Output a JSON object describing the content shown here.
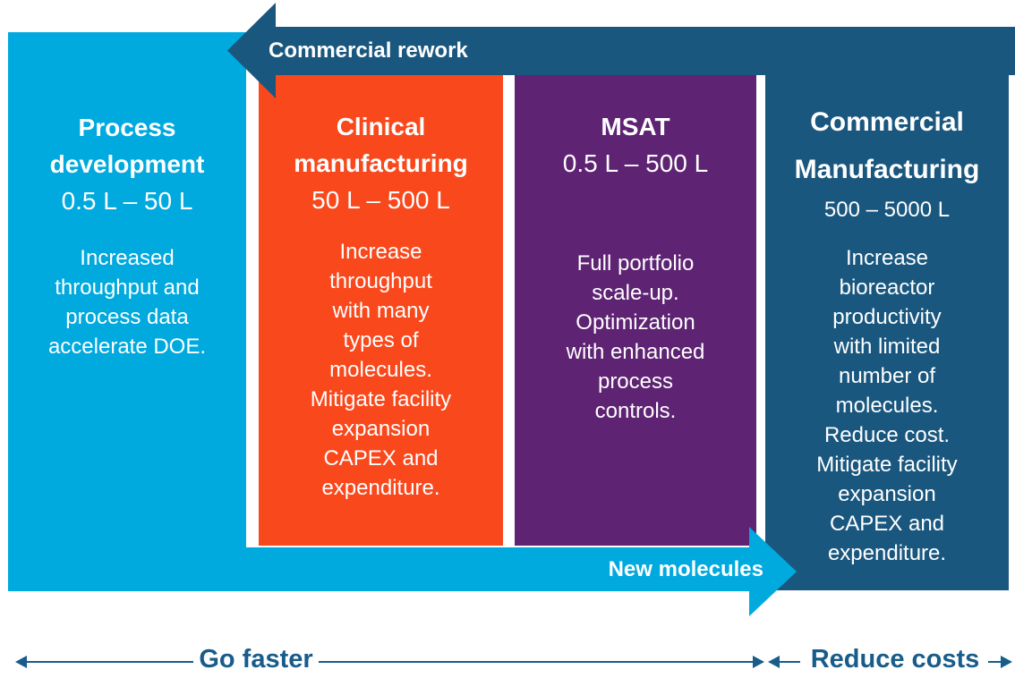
{
  "diagram": {
    "top_arrow_label": "Commercial rework",
    "bottom_arrow_label": "New molecules",
    "footer": {
      "go_faster": "Go faster",
      "reduce_costs": "Reduce costs"
    }
  },
  "panels": [
    {
      "title_lines": [
        "Process",
        "development"
      ],
      "range": "0.5 L – 50 L",
      "body_lines": [
        "Increased",
        "throughput and",
        "process data",
        "accelerate DOE."
      ],
      "color": "#00A9DE"
    },
    {
      "title_lines": [
        "Clinical",
        "manufacturing"
      ],
      "range": "50 L – 500 L",
      "body_lines": [
        "Increase",
        "throughput",
        "with many",
        "types of",
        "molecules.",
        "Mitigate facility",
        "expansion",
        "CAPEX and",
        "expenditure."
      ],
      "color": "#F9481C"
    },
    {
      "title_lines": [
        "MSAT"
      ],
      "range": "0.5 L – 500 L",
      "body_lines": [
        "Full portfolio",
        "scale-up.",
        "Optimization",
        "with enhanced",
        "process",
        "controls."
      ],
      "color": "#5E2373"
    },
    {
      "title_lines": [
        "Commercial",
        "Manufacturing"
      ],
      "range": "500 – 5000 L",
      "body_lines": [
        "Increase",
        "bioreactor",
        "productivity",
        "with limited",
        "number of",
        "molecules.",
        "Reduce cost.",
        "Mitigate facility",
        "expansion",
        "CAPEX and",
        "expenditure."
      ],
      "color": "#1A577F"
    }
  ],
  "colors": {
    "light_blue": "#00A9DE",
    "orange": "#F9481C",
    "purple": "#5E2373",
    "dark_blue": "#1A577F",
    "footer_accent": "#175C8A",
    "text": "#FFFFFF"
  }
}
